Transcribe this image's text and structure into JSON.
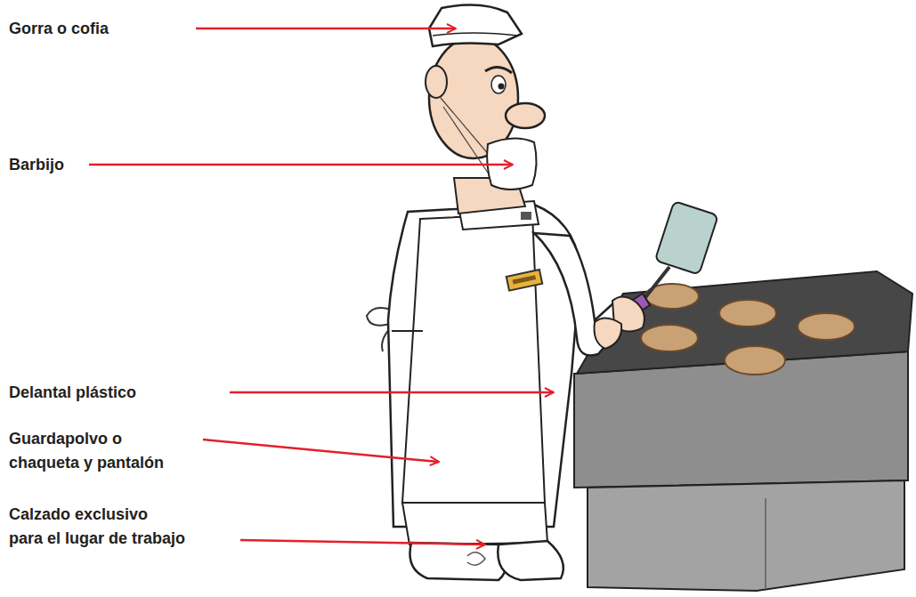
{
  "diagram": {
    "labels": [
      "Gorra o cofia",
      "Barbijo",
      "Delantal plástico",
      "Guardapolvo o chaqueta y pantalón",
      "Calzado exclusivo para el lugar de trabajo"
    ]
  }
}
